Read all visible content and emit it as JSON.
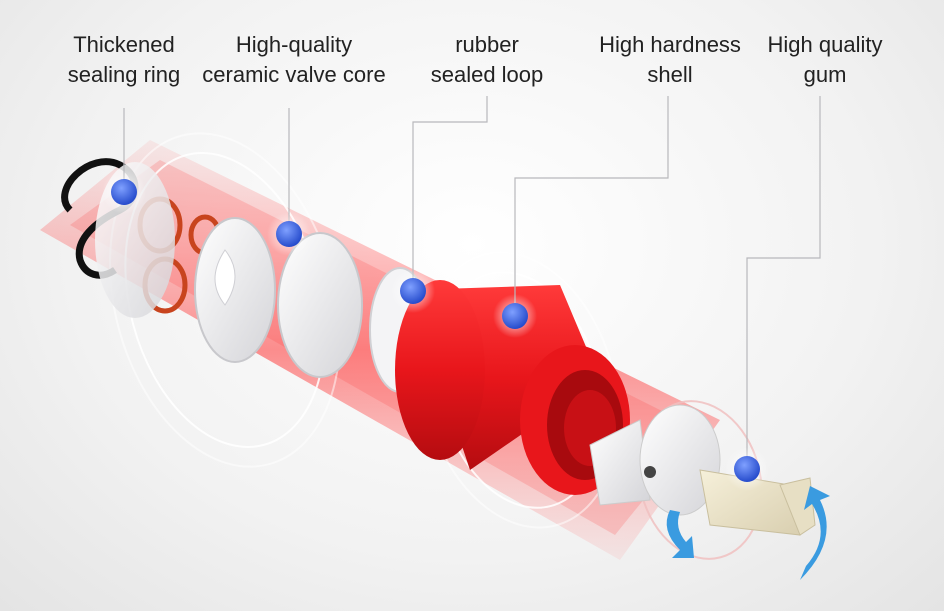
{
  "labels": [
    {
      "line1": "Thickened",
      "line2": "sealing ring"
    },
    {
      "line1": "High-quality",
      "line2": "ceramic valve core"
    },
    {
      "line1": "rubber",
      "line2": "sealed loop"
    },
    {
      "line1": "High hardness",
      "line2": "shell"
    },
    {
      "line1": "High quality",
      "line2": "gum"
    }
  ],
  "colors": {
    "shell_red": "#e8161b",
    "marker_blue": "#2b5be0",
    "arrow_blue": "#3a9be0",
    "seal_orange": "#c8441e"
  }
}
